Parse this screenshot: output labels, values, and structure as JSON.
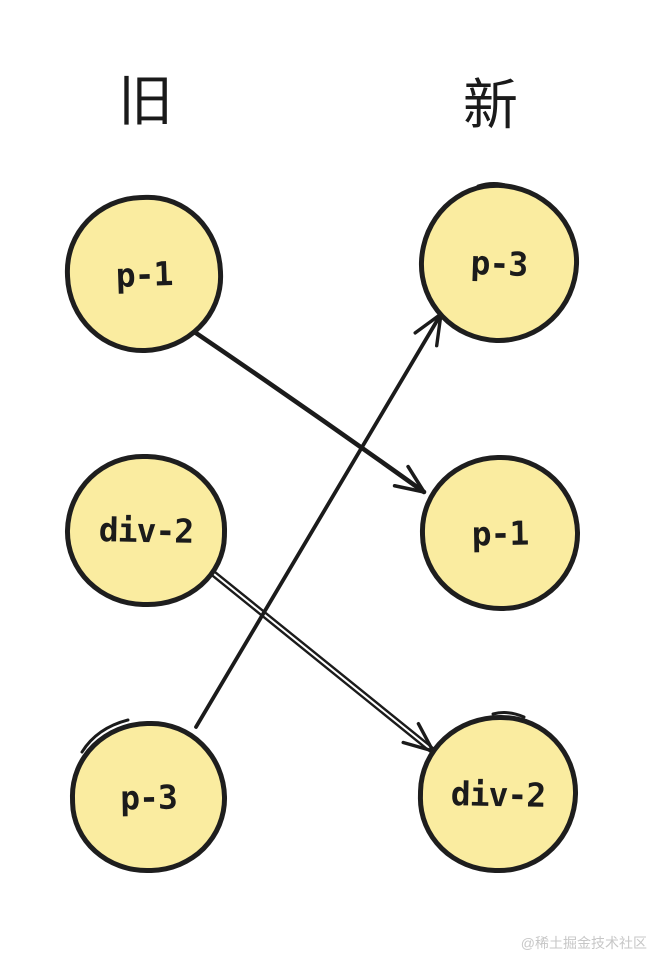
{
  "diagram": {
    "description": "Old vs new node mapping diagram (hand-drawn style)",
    "columns": {
      "old": {
        "title": "旧",
        "nodes": [
          {
            "label": "p-1"
          },
          {
            "label": "div-2"
          },
          {
            "label": "p-3"
          }
        ]
      },
      "new": {
        "title": "新",
        "nodes": [
          {
            "label": "p-3"
          },
          {
            "label": "p-1"
          },
          {
            "label": "div-2"
          }
        ]
      }
    },
    "edges": [
      {
        "from": "old p-1",
        "to": "new p-1",
        "style": "single-line-arrow"
      },
      {
        "from": "old p-3",
        "to": "new p-3",
        "style": "single-line-arrow"
      },
      {
        "from": "old div-2",
        "to": "new div-2",
        "style": "double-line-arrow"
      }
    ],
    "colors": {
      "node_fill": "#faeca0",
      "node_stroke": "#1e1e1e",
      "arrow_stroke": "#1b1b1b",
      "title_text": "#1a1a1a",
      "watermark_text": "#c7c7c7"
    }
  },
  "watermark": {
    "text": "@稀土掘金技术社区"
  }
}
